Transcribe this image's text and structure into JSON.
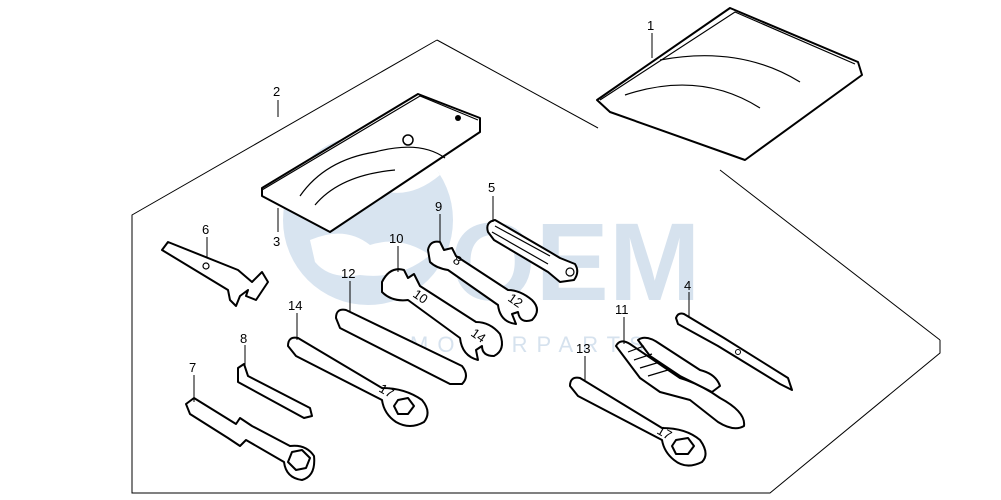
{
  "watermark": {
    "brand": "OEM",
    "tagline": "MOTORPARTS",
    "color": "#d6e2ee"
  },
  "callouts": [
    "1",
    "2",
    "3",
    "4",
    "5",
    "6",
    "7",
    "8",
    "9",
    "10",
    "11",
    "12",
    "13",
    "14"
  ],
  "part_icons": {
    "1": "tool-bag-icon",
    "2": "tool-roll-icon",
    "4": "screwdriver-icon",
    "5": "screwdriver-handle-icon",
    "6": "pin-spanner-icon",
    "7": "socket-wrench-icon",
    "8": "hex-key-icon",
    "9": "open-end-wrench-icon",
    "10": "open-end-wrench-icon",
    "11": "pliers-icon",
    "12": "handle-bar-icon",
    "13": "box-wrench-icon",
    "14": "box-wrench-icon"
  },
  "wrench_markings": {
    "w9": [
      "8",
      "12"
    ],
    "w10": [
      "10",
      "14"
    ],
    "w13": [
      "17"
    ],
    "w14": [
      "17"
    ]
  }
}
